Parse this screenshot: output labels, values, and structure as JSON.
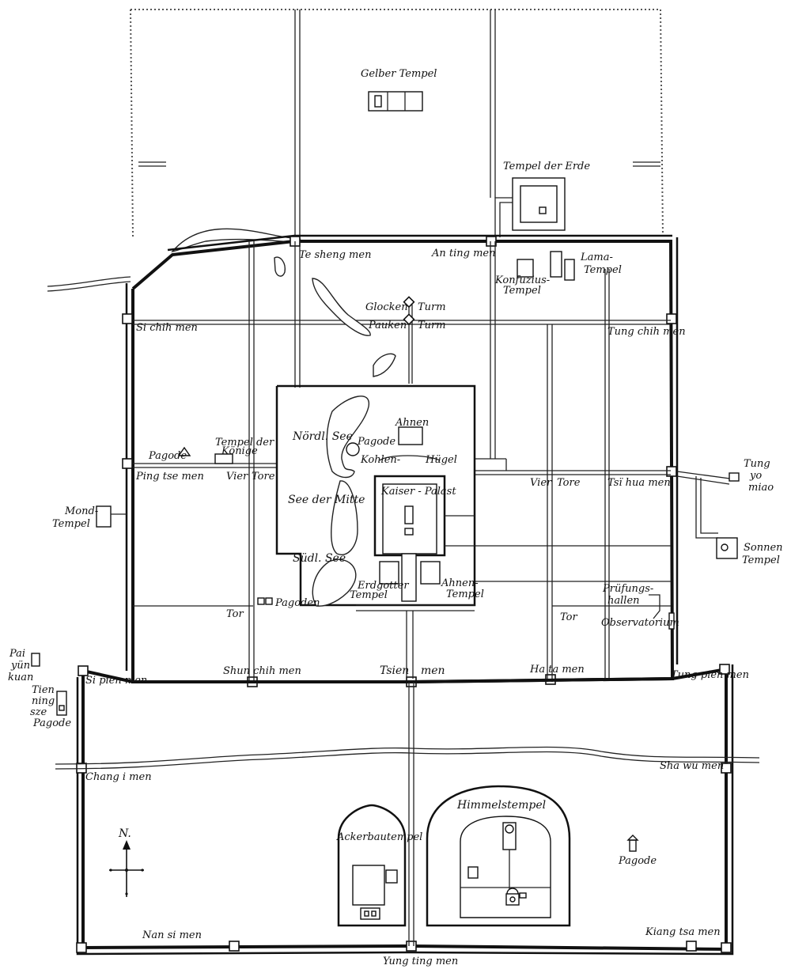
{
  "map": {
    "labels": {
      "gelber_tempel": "Gelber Tempel",
      "tempel_der_erde": "Tempel der Erde",
      "te_sheng_men": "Te sheng men",
      "an_ting_men": "An ting men",
      "lama": "Lama-",
      "lama_tempel": "Tempel",
      "konfuzius": "Konfuzius-",
      "konfuzius_tempel": "Tempel",
      "glocken": "Glocken",
      "glocken_turm": "Turm",
      "pauken": "Pauken",
      "pauken_turm": "Turm",
      "si_chih_men": "Si chih men",
      "tung_chih_men": "Tung chih men",
      "ahnen": "Ahnen",
      "noerdl_see": "Nördl. See",
      "pagode_lake": "Pagode",
      "kohlen": "Kohlen-",
      "huegel": "Hügel",
      "pagode_west": "Pagode",
      "tempel_der": "Tempel der",
      "koenige": "Könige",
      "ping_tse_men": "Ping tse men",
      "vier_tore_w1": "Vier",
      "vier_tore_w2": "Tore",
      "vier_tore_e1": "Vier",
      "vier_tore_e2": "Tore",
      "tsi_hua_men": "Tsï hua men",
      "tung": "Tung",
      "yo": "yo",
      "miao": "miao",
      "kaiser_palast": "Kaiser - Palast",
      "see_der_mitte": "See der Mitte",
      "mond": "Mond-",
      "mond_tempel": "Tempel",
      "suedl_see": "Südl. See",
      "sonnen": "Sonnen",
      "sonnen_tempel": "Tempel",
      "erdgotter": "Erdgotter",
      "erdgotter_tempel": "Tempel",
      "ahnen_2": "Ahnen-",
      "ahnen_tempel": "Tempel",
      "pruefungs": "Prüfungs-",
      "hallen": "hallen",
      "pagoden": "Pagoden",
      "tor_w": "Tor",
      "tor_e": "Tor",
      "observatorium": "Observatorium",
      "pai": "Pai",
      "yuen": "yün",
      "kuan": "kuan",
      "shun_chih_men": "Shun chih men",
      "tsien_1": "Tsien",
      "tsien_2": "men",
      "ha_ta_men": "Ha ta men",
      "tung_pien_men": "Tung pien men",
      "si_pien_men": "Si pien men",
      "tien": "Tien",
      "ning": "ning",
      "sze": "sze",
      "pagode_sw": "Pagode",
      "chang_i_men": "Chang i men",
      "sha_wu_men": "Sha wu men",
      "himmelstempel": "Himmelstempel",
      "ackerbautempel": "Ackerbautempel",
      "north": "N.",
      "pagode_se": "Pagode",
      "nan_si_men": "Nan si men",
      "kiang_tsa_men": "Kiang tsa men",
      "yung_ting_men": "Yung ting men"
    }
  }
}
